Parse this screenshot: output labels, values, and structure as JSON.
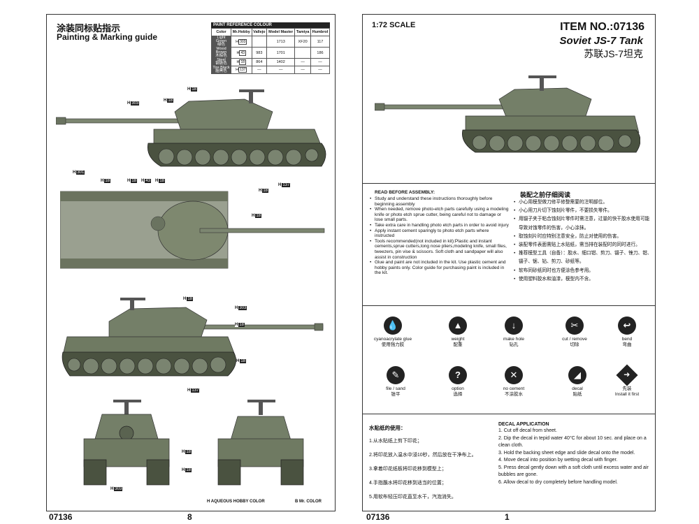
{
  "left_page": {
    "title_cn": "涂装同标贴指示",
    "title_en": "Painting & Marking guide",
    "paint_table": {
      "caption": "PAINT  REFERENCE COLOUR",
      "headers": [
        "Color",
        "Mr.Hobby",
        "Vallejo",
        "Model Master",
        "Tamiya",
        "Humbrol"
      ],
      "rows": [
        {
          "color_en": "Light Green",
          "color_cn": "绿色",
          "hobby": "303",
          "vallejo": "",
          "model_master": "1713",
          "tamiya": "XF20",
          "humbrol": "117"
        },
        {
          "color_en": "Wood Brown",
          "color_cn": "木棕色",
          "hobby": "43",
          "vallejo": "983",
          "model_master": "1701",
          "tamiya": "",
          "humbrol": "186"
        },
        {
          "color_en": "Steel",
          "color_cn": "钢铁色",
          "hobby": "18",
          "vallejo": "864",
          "model_master": "1402",
          "tamiya": "—",
          "humbrol": "—"
        },
        {
          "color_en": "Tire Black",
          "color_cn": "胎黑色",
          "hobby": "137",
          "vallejo": "—",
          "model_master": "—",
          "tamiya": "—",
          "humbrol": "—"
        }
      ]
    },
    "callouts": [
      {
        "prefix": "H",
        "code": "18"
      },
      {
        "prefix": "H",
        "code": "303"
      },
      {
        "prefix": "H",
        "code": "18"
      },
      {
        "prefix": "H",
        "code": "301"
      },
      {
        "prefix": "H",
        "code": "18"
      },
      {
        "prefix": "H",
        "code": "18"
      },
      {
        "prefix": "H",
        "code": "43"
      },
      {
        "prefix": "H",
        "code": "18"
      },
      {
        "prefix": "H",
        "code": "18"
      },
      {
        "prefix": "H",
        "code": "137"
      },
      {
        "prefix": "H",
        "code": "18"
      },
      {
        "prefix": "H",
        "code": "18"
      },
      {
        "prefix": "H",
        "code": "303"
      },
      {
        "prefix": "H",
        "code": "18"
      },
      {
        "prefix": "H",
        "code": "18"
      },
      {
        "prefix": "H",
        "code": "137"
      },
      {
        "prefix": "H",
        "code": "18"
      },
      {
        "prefix": "H",
        "code": "18"
      },
      {
        "prefix": "H",
        "code": "303"
      }
    ],
    "legend_hobby": "AQUEOUS HOBBY COLOR",
    "legend_mr": "Mr. COLOR",
    "footer_code": "07136",
    "page_number": "8"
  },
  "right_page": {
    "scale": "1:72 SCALE",
    "item_no": "ITEM NO.:07136",
    "tank_name": "Soviet JS-7 Tank",
    "tank_name_cn": "苏联JS-7坦克",
    "read_title": "READ BEFORE ASSEMBLY:",
    "instructions_en": [
      "Study and understand these instructions thoroughly before beginning assembly",
      "When needed, remove photo-etch parts carefully using a modeling knife or photo etch sprue cutter, being careful not to damage or lose small parts.",
      "Take extra care in handling photo etch parts in order to avoid injury",
      "Apply instant cement sparingly to photo etch parts where instructed",
      "Tools recommended(not included in kit):Plastic and instant cements,sprue cutters,long nose pliers,modeling knife, small files, tweezers, pin vise & scissors. Soft cloth and sandpaper will also assist in construction",
      "Glue and paint are not included in the kit. Use plastic cement and hobby paints only. Color guide for purchasing paint is included in the kit."
    ],
    "cn_title": "装配之前仔细阅读",
    "instructions_cn": [
      "小心用模型做刀修平修整需要的注明部位。",
      "小心用刀片切下蚀刻片零件，不要损失零件。",
      "用镊子夹于粘合蚀刻片零件时需注意，过量的快干胶水使用可能导致对蚀零件的伤害，小心涂抹。",
      "取蚀刻片时应特别注意安全，防止对使用的伤害。",
      "装配零件表面需贴上水贴纸，需当排在装配时的同时进行。",
      "推荐模型工具（自备）：胶水、细口钳、剪刀、镊子、锉刀、钳、镊子、锯、钻、剪刀、砂纸等。",
      "软布同砂纸同时也方便涂色参考用。",
      "使用塑料胶水和油漆，模型内不含。"
    ],
    "symbols": [
      {
        "glyph": "💧",
        "label_en": "cyanoacrylate glue",
        "label_cn": "使用强力胶"
      },
      {
        "glyph": "▲",
        "label_en": "weight",
        "label_cn": "配重"
      },
      {
        "glyph": "↓",
        "label_en": "make hole",
        "label_cn": "钻孔"
      },
      {
        "glyph": "✂",
        "label_en": "cut / remove",
        "label_cn": "切除"
      },
      {
        "glyph": "↩",
        "label_en": "bend",
        "label_cn": "弯曲"
      },
      {
        "glyph": "✎",
        "label_en": "file / sand",
        "label_cn": "锉平"
      },
      {
        "glyph": "?",
        "label_en": "option",
        "label_cn": "选择"
      },
      {
        "glyph": "✕",
        "label_en": "no cement",
        "label_cn": "不涂胶水"
      },
      {
        "glyph": "◢",
        "label_en": "decal",
        "label_cn": "贴纸"
      },
      {
        "glyph": "➜",
        "label_en": "Install it first",
        "label_cn": "先装"
      }
    ],
    "decal_cn_title": "水贴纸的使用：",
    "decal_cn": [
      "1.从水贴纸上剪下印花；",
      "2.将印花放入温水中浸10秒，然后放在干净布上。",
      "3.拿着印花纸板将印花移到模型上；",
      "4.手指蘸水将印花移到适当的位置；",
      "5.用软布轻压印花直至水干，汽泡消失。"
    ],
    "decal_en_title": "DECAL APPLICATION",
    "decal_en": [
      "1. Cut off decal from sheet.",
      "2. Dip the decal in tepid water 40°C for about 10 sec. and place on a clean cloth.",
      "3. Hold the backing sheet edge and slide decal onto the model.",
      "4. Move decal into position by wetting decal with finger.",
      "5. Press decal gently down with a soft cloth until excess water and air bubbles are gone.",
      "6. Allow decal to dry completely before handling model."
    ],
    "footer_code": "07136",
    "page_number": "1"
  },
  "colors": {
    "tank_body": "#6f7a62",
    "tank_dark": "#4a5240",
    "tank_light": "#8f9a82",
    "ink": "#222222"
  }
}
